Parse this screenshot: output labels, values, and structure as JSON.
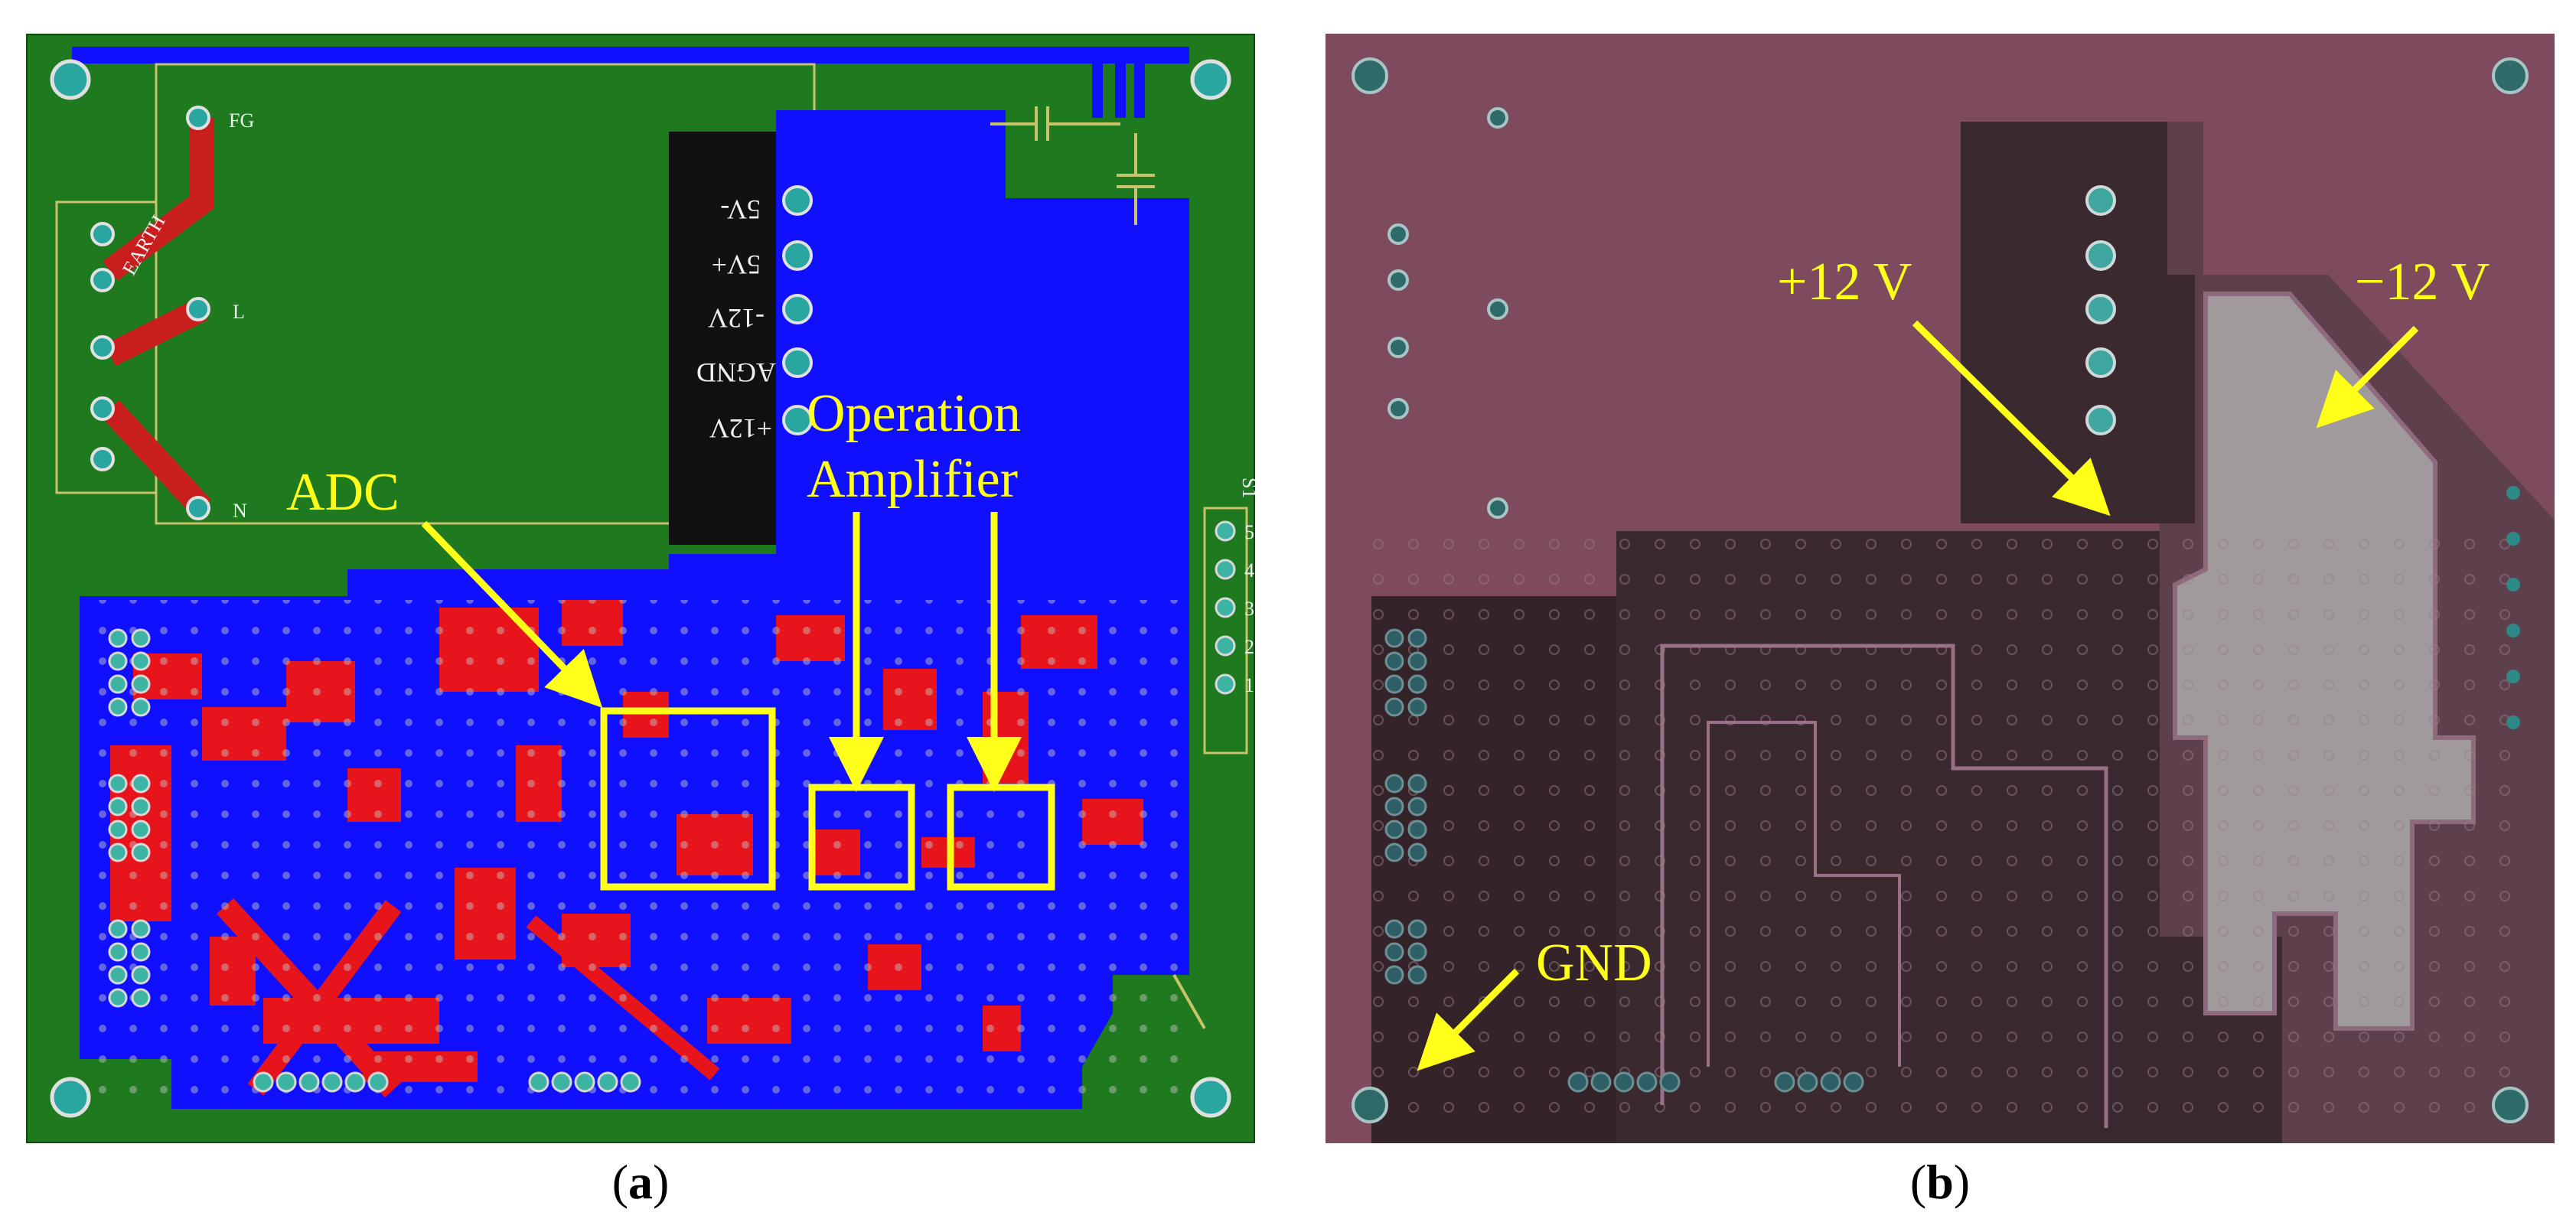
{
  "panels": {
    "a": {
      "caption_letter": "a",
      "annotations": {
        "adc": "ADC",
        "opamp_line1": "Operation",
        "opamp_line2": "Amplifier"
      },
      "silkscreen": [
        "5V-",
        "5V+",
        "-12V",
        "AGND",
        "+12V",
        "FG",
        "L",
        "N",
        "EARTH",
        "S1",
        "5",
        "4",
        "3",
        "2",
        "1"
      ],
      "colors": {
        "board": "#1f7a1f",
        "top_layer": "#1010ff",
        "bottom_layer": "#ff1a1a",
        "highlight": "#ffff1a"
      }
    },
    "b": {
      "caption_letter": "b",
      "annotations": {
        "pos12": "+12 V",
        "neg12": "−12 V",
        "gnd": "GND"
      },
      "colors": {
        "board": "#7d4a5e",
        "gnd_region": "#3a2a30",
        "pos12_region": "#a09a9c",
        "neg12_region": "#5e3f4c",
        "highlight": "#ffff1a"
      }
    }
  }
}
